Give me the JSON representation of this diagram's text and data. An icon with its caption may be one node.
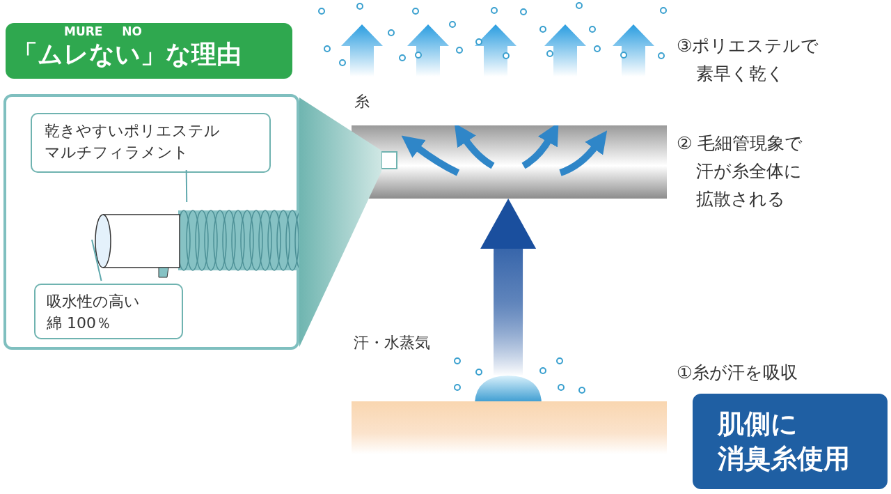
{
  "diagram": {
    "nodes": [
      {
        "text": [
          "MURE NO",
          "「ムレない」な理由"
        ]
      },
      {
        "text": [],
        "shape": "box"
      },
      {
        "text": [
          "乾きやすいポリエステルマルチフィラメント"
        ],
        "in": 1
      },
      {
        "text": [
          "吸水性の高い綿 100％"
        ],
        "in": 1
      },
      {
        "text": [],
        "shape": "picture",
        "in": 1
      },
      {
        "text": [
          "糸"
        ]
      },
      {
        "text": [],
        "shape": "drop"
      },
      {
        "text": [],
        "shape": "bar"
      },
      {
        "text": [
          "肌側に消臭糸使用"
        ]
      },
      {
        "text": [],
        "shape": "trapezoid"
      }
    ],
    "edges": [
      {
        "from": 6,
        "to": 5,
        "arrow": "to",
        "style": "thick",
        "color": "#1a4f9e"
      },
      {
        "from": 2,
        "to": 4,
        "arrow": "none"
      },
      {
        "from": 3,
        "to": 4,
        "arrow": "none"
      }
    ],
    "labels": [
      "③ポリエステルで素早く乾く",
      "② 毛細管現象で汗が糸全体に拡散される",
      "汗・水蒸気",
      "①糸が汗を吸収"
    ]
  }
}
